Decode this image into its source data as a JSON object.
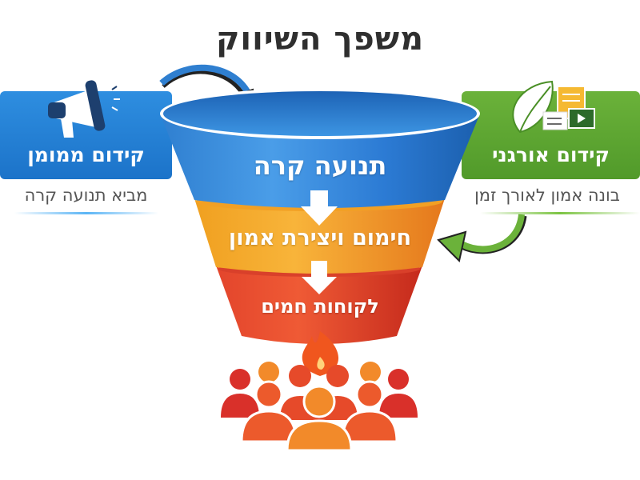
{
  "title": "משפך השיווק",
  "panels": {
    "left": {
      "label": "קידום ממומן",
      "subtitle": "מביא תנועה קרה",
      "icon": "megaphone-icon",
      "color": "#1f7ad0"
    },
    "right": {
      "label": "קידום אורגני",
      "subtitle": "בונה אמון לאורך זמן",
      "icon": "leaf-content-icon",
      "color": "#5fa832"
    }
  },
  "funnel": {
    "stages": [
      {
        "label": "תנועה קרה",
        "color": "#2a7fd4"
      },
      {
        "label": "חימום ויצירת אמון",
        "color": "#f29a1f"
      },
      {
        "label": "לקוחות חמים",
        "color": "#e0452a"
      }
    ]
  },
  "bottom": {
    "icons": [
      "flame-icon",
      "customers-group-icon"
    ]
  }
}
